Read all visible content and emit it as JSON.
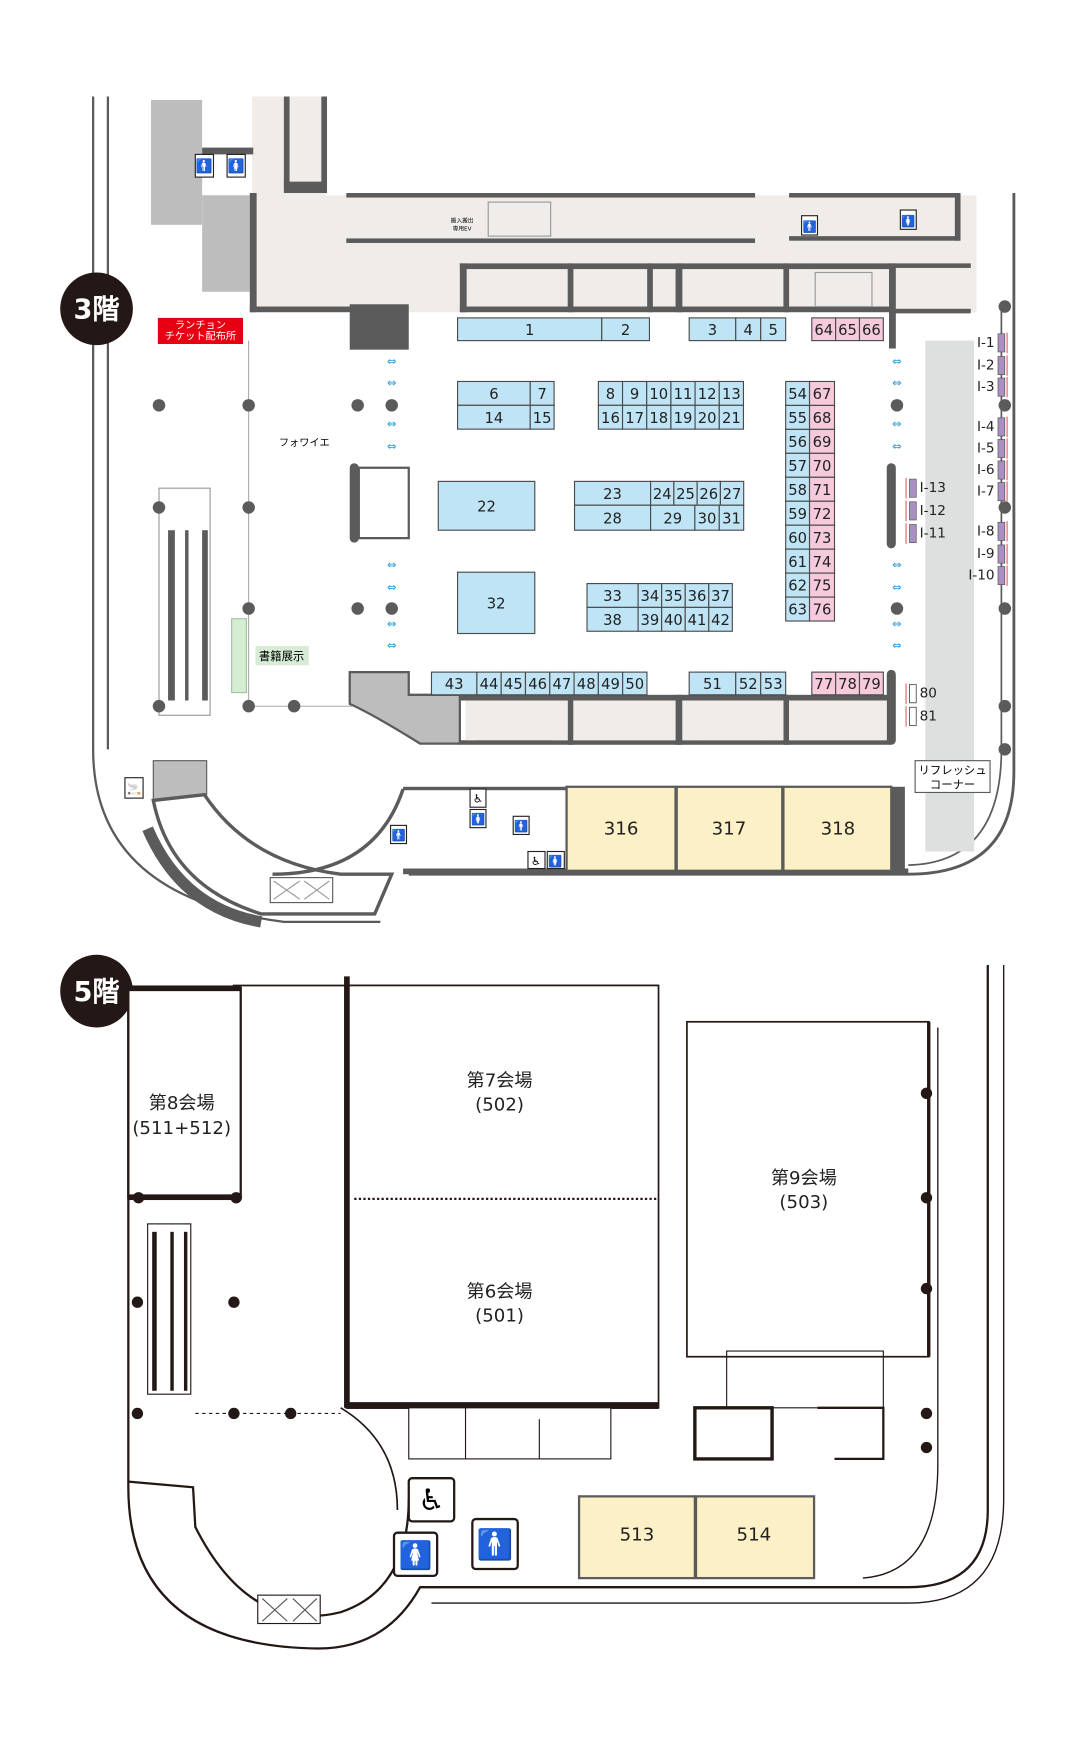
{
  "floor3": {
    "badge": "3階",
    "lunch_ticket": [
      "ランチョン",
      "チケット配布所"
    ],
    "foyer": "フォワイエ",
    "book_display": "書籍展示",
    "freight_ev": [
      "搬入搬出",
      "専用EV"
    ],
    "refresh_corner": [
      "リフレッシュ",
      "コーナー"
    ],
    "rooms": [
      "316",
      "317",
      "318"
    ],
    "booths_blue": [
      "1",
      "2",
      "3",
      "4",
      "5",
      "6",
      "7",
      "14",
      "15",
      "8",
      "9",
      "10",
      "11",
      "12",
      "13",
      "16",
      "17",
      "18",
      "19",
      "20",
      "21",
      "22",
      "23",
      "24",
      "25",
      "26",
      "27",
      "28",
      "29",
      "30",
      "31",
      "32",
      "33",
      "34",
      "35",
      "36",
      "37",
      "38",
      "39",
      "40",
      "41",
      "42",
      "43",
      "44",
      "45",
      "46",
      "47",
      "48",
      "49",
      "50",
      "51",
      "52",
      "53",
      "54",
      "55",
      "56",
      "57",
      "58",
      "59",
      "60",
      "61",
      "62",
      "63"
    ],
    "booths_pink": [
      "64",
      "65",
      "66",
      "67",
      "68",
      "69",
      "70",
      "71",
      "72",
      "73",
      "74",
      "75",
      "76",
      "77",
      "78",
      "79"
    ],
    "poster_wall": [
      "I-1",
      "I-2",
      "I-3",
      "I-4",
      "I-5",
      "I-6",
      "I-7",
      "I-8",
      "I-9",
      "I-10"
    ],
    "poster_inner": [
      "I-13",
      "I-12",
      "I-11"
    ],
    "poster_plain": [
      "80",
      "81"
    ]
  },
  "floor5": {
    "badge": "5階",
    "halls": [
      {
        "name": "第7会場",
        "room": "(502)"
      },
      {
        "name": "第6会場",
        "room": "(501)"
      },
      {
        "name": "第8会場",
        "room": "(511+512)"
      },
      {
        "name": "第9会場",
        "room": "(503)"
      }
    ],
    "rooms": [
      "513",
      "514"
    ]
  },
  "colors": {
    "booth_blue": "#bfe4f6",
    "booth_pink": "#f7c9dc",
    "room_yellow": "#fcf0c6",
    "lunch_red": "#e60012",
    "poster_purple": "#a98fc4",
    "badge_dark": "#231815"
  }
}
